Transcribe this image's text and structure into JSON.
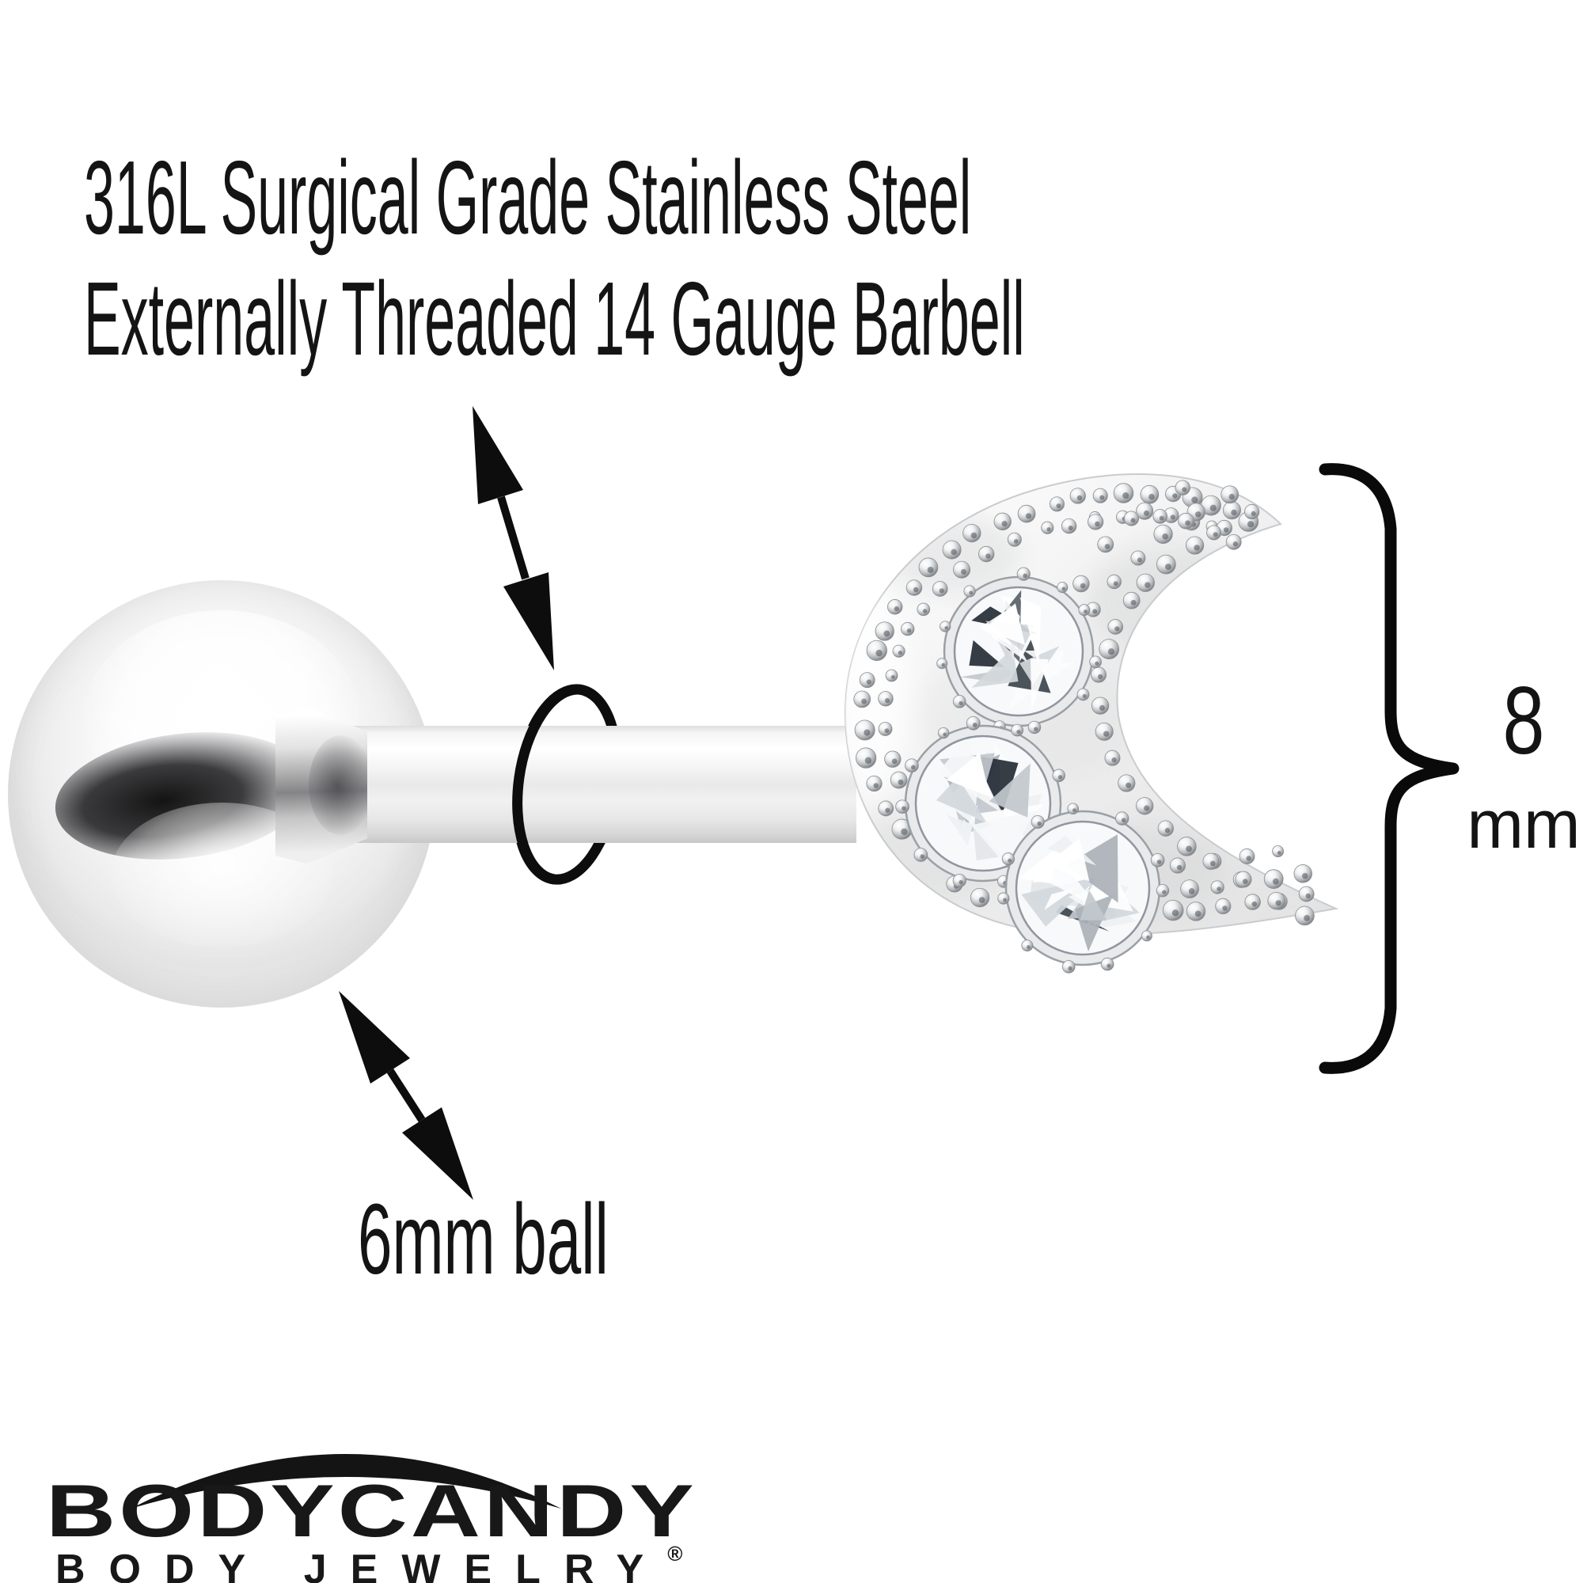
{
  "page": {
    "background": "#ffffff"
  },
  "spec": {
    "line1": "316L Surgical Grade Stainless Steel",
    "line2": "Externally Threaded 14 Gauge Barbell"
  },
  "labels": {
    "ball_size": "6mm ball",
    "height_value": "8",
    "height_unit": "mm"
  },
  "logo": {
    "brand": "BODYCANDY",
    "tagline": "BODY JEWELRY",
    "registered": "®"
  },
  "colors": {
    "background": "#ffffff",
    "annotation_ink": "#141414",
    "metal_highlight": "#ffffff",
    "metal_light": "#f3f3f3",
    "metal_mid": "#d9d9d9",
    "metal_shadow": "#8e8e8e",
    "crystal_dark": "#2a3138"
  }
}
